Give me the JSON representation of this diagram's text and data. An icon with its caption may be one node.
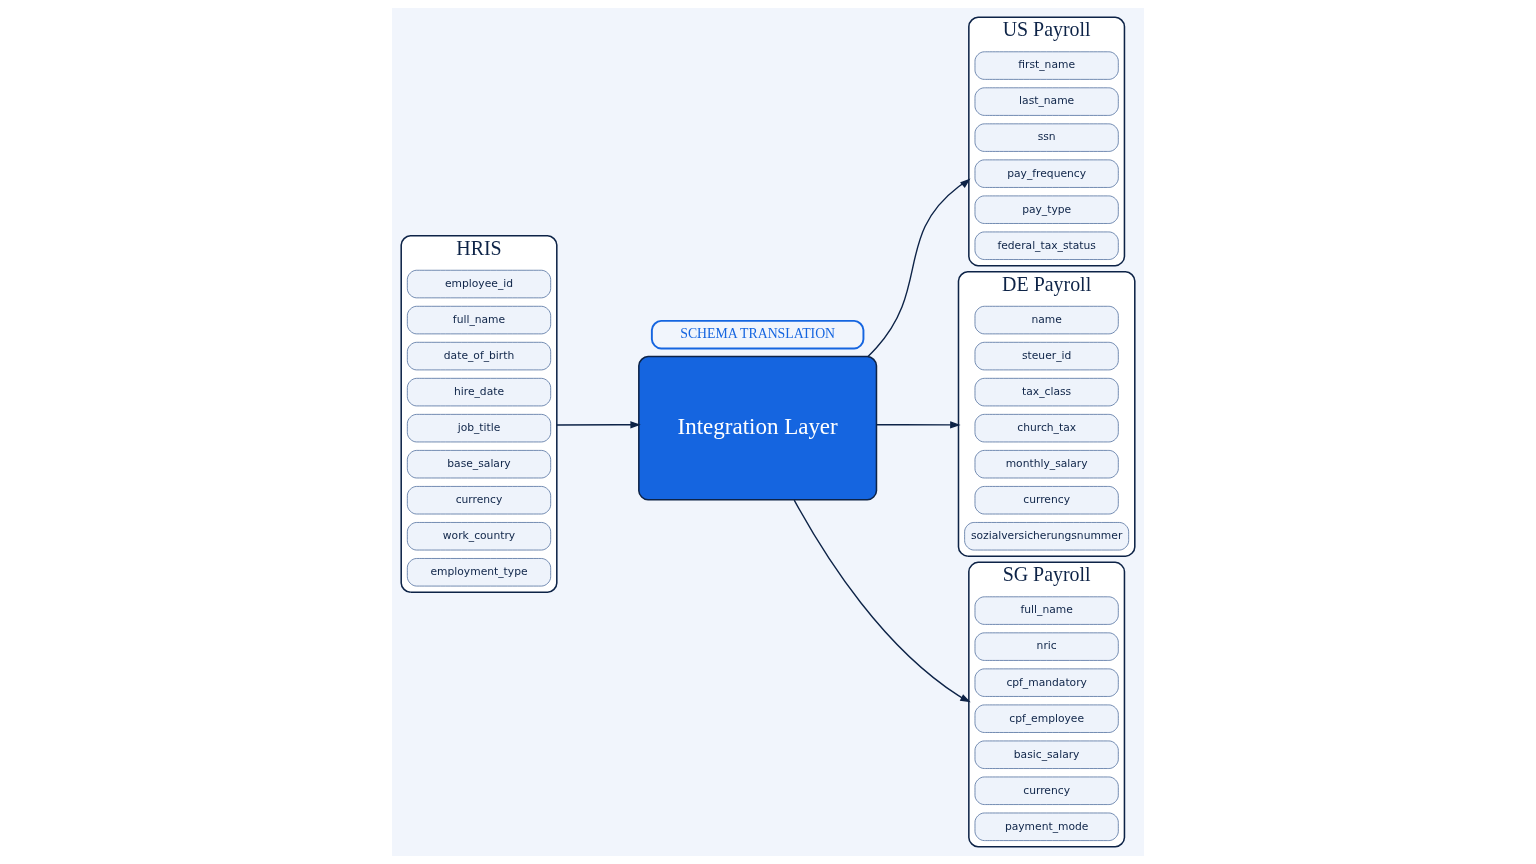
{
  "diagram": {
    "nodes": [
      {
        "text": [
          "HRIS"
        ]
      },
      {
        "text": [
          "employee_id"
        ],
        "in": 0
      },
      {
        "text": [
          "full_name"
        ],
        "in": 0
      },
      {
        "text": [
          "date_of_birth"
        ],
        "in": 0
      },
      {
        "text": [
          "hire_date"
        ],
        "in": 0
      },
      {
        "text": [
          "job_title"
        ],
        "in": 0
      },
      {
        "text": [
          "base_salary"
        ],
        "in": 0
      },
      {
        "text": [
          "currency"
        ],
        "in": 0
      },
      {
        "text": [
          "work_country"
        ],
        "in": 0
      },
      {
        "text": [
          "employment_type"
        ],
        "in": 0
      },
      {
        "text": [
          "SCHEMA TRANSLATION"
        ]
      },
      {
        "text": [
          "Integration Layer"
        ]
      },
      {
        "text": [
          "US Payroll"
        ]
      },
      {
        "text": [
          "first_name"
        ],
        "in": 12
      },
      {
        "text": [
          "last_name"
        ],
        "in": 12
      },
      {
        "text": [
          "ssn"
        ],
        "in": 12
      },
      {
        "text": [
          "pay_frequency"
        ],
        "in": 12
      },
      {
        "text": [
          "pay_type"
        ],
        "in": 12
      },
      {
        "text": [
          "federal_tax_status"
        ],
        "in": 12
      },
      {
        "text": [
          "DE Payroll"
        ]
      },
      {
        "text": [
          "name"
        ],
        "in": 19
      },
      {
        "text": [
          "steuer_id"
        ],
        "in": 19
      },
      {
        "text": [
          "tax_class"
        ],
        "in": 19
      },
      {
        "text": [
          "church_tax"
        ],
        "in": 19
      },
      {
        "text": [
          "monthly_salary"
        ],
        "in": 19
      },
      {
        "text": [
          "currency"
        ],
        "in": 19
      },
      {
        "text": [
          "sozialversicherungsnummer"
        ],
        "in": 19
      },
      {
        "text": [
          "SG Payroll"
        ]
      },
      {
        "text": [
          "full_name"
        ],
        "in": 27
      },
      {
        "text": [
          "nric"
        ],
        "in": 27
      },
      {
        "text": [
          "cpf_mandatory"
        ],
        "in": 27
      },
      {
        "text": [
          "cpf_employee"
        ],
        "in": 27
      },
      {
        "text": [
          "basic_salary"
        ],
        "in": 27
      },
      {
        "text": [
          "currency"
        ],
        "in": 27
      },
      {
        "text": [
          "payment_mode"
        ],
        "in": 27
      }
    ],
    "edges": [
      {
        "from": 0,
        "to": 11,
        "arrow": "to"
      },
      {
        "from": 11,
        "to": 12,
        "arrow": "to"
      },
      {
        "from": 11,
        "to": 19,
        "arrow": "to"
      },
      {
        "from": 11,
        "to": 27,
        "arrow": "to"
      }
    ]
  }
}
